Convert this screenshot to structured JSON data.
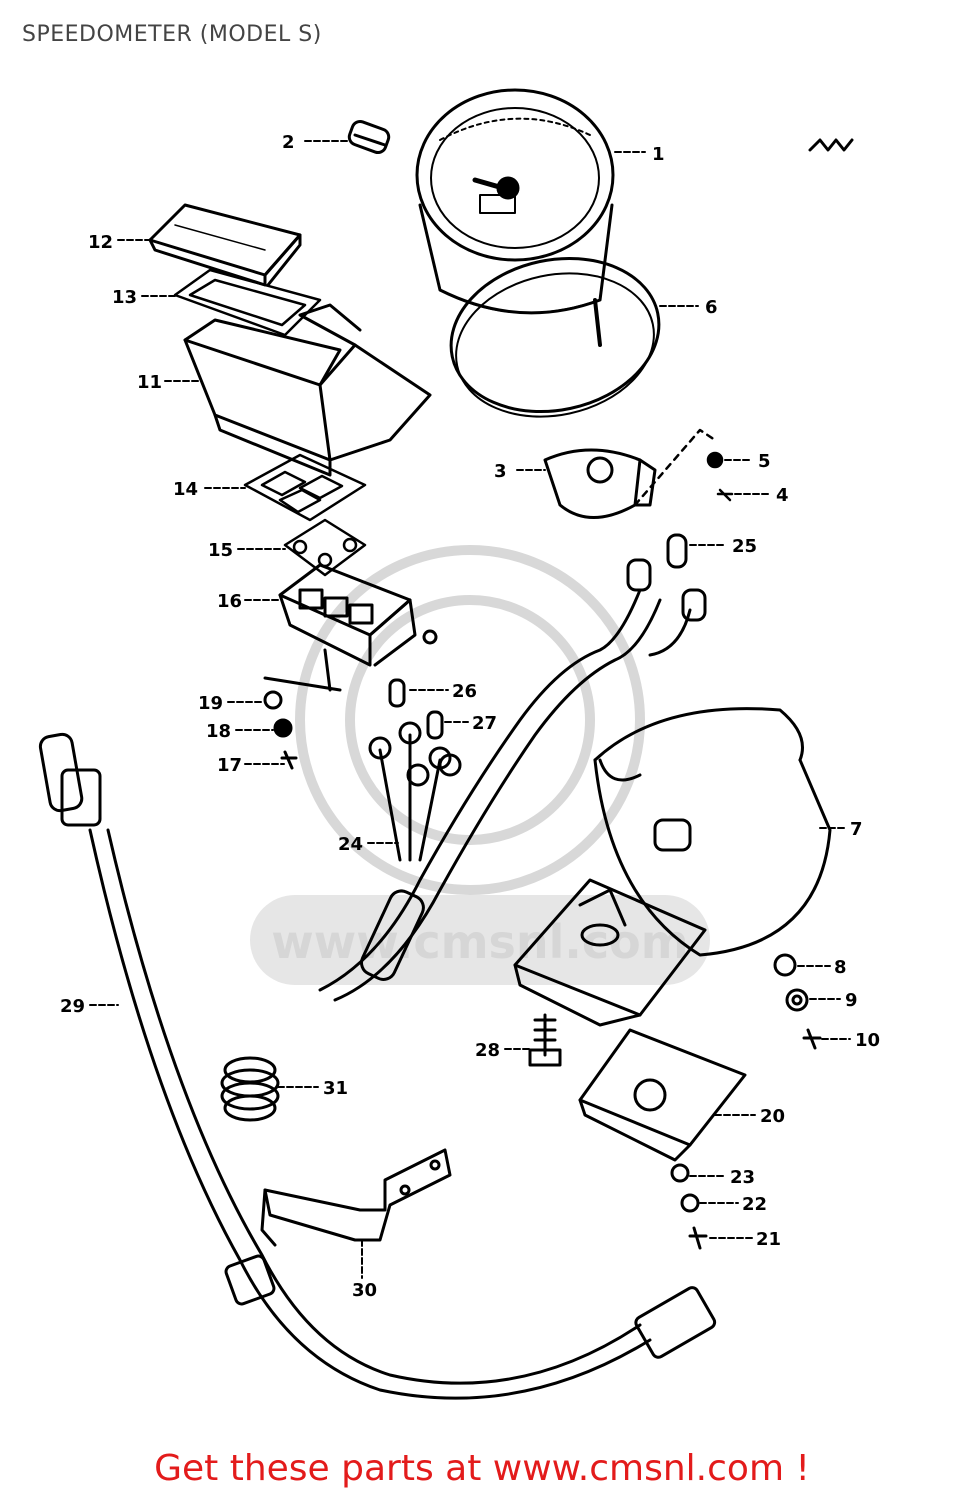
{
  "title": "SPEEDOMETER (MODEL S)",
  "footer": "Get these parts at www.cmsnl.com !",
  "watermark": "www.cmsnl.com",
  "colors": {
    "footer": "#e31b1b",
    "title": "#444444",
    "ink": "#000000",
    "watermark": "#d6d6d6"
  },
  "callouts": [
    "1",
    "2",
    "3",
    "4",
    "5",
    "6",
    "7",
    "8",
    "9",
    "10",
    "11",
    "12",
    "13",
    "14",
    "15",
    "16",
    "17",
    "18",
    "19",
    "20",
    "21",
    "22",
    "23",
    "24",
    "25",
    "26",
    "27",
    "28",
    "29",
    "30",
    "31"
  ]
}
